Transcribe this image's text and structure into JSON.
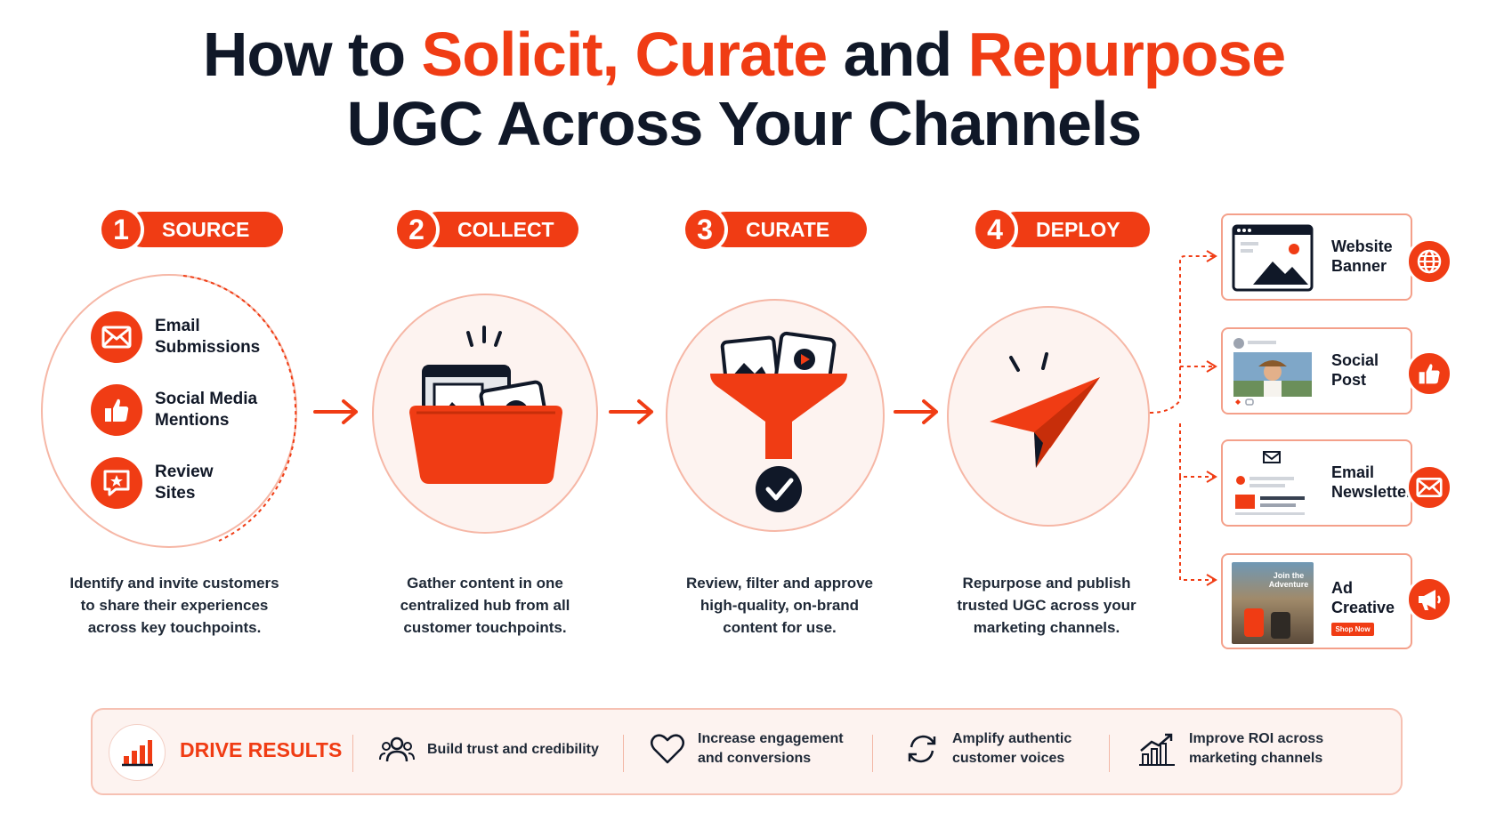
{
  "title": {
    "line1_a": "How to ",
    "line1_b": "Solicit, Curate",
    "line1_c": " and ",
    "line1_d": "Repurpose",
    "line2": "UGC Across Your Channels"
  },
  "steps": [
    {
      "num": "1",
      "label": "SOURCE",
      "desc": [
        "Identify and invite customers",
        "to share their experiences",
        "across key touchpoints."
      ]
    },
    {
      "num": "2",
      "label": "COLLECT",
      "desc": [
        "Gather content in one",
        "centralized hub from all",
        "customer touchpoints."
      ]
    },
    {
      "num": "3",
      "label": "CURATE",
      "desc": [
        "Review, filter and approve",
        "high-quality, on-brand",
        "content for use."
      ]
    },
    {
      "num": "4",
      "label": "DEPLOY",
      "desc": [
        "Repurpose and publish",
        "trusted UGC across your",
        "marketing channels."
      ]
    }
  ],
  "sources": [
    {
      "line1": "Email",
      "line2": "Submissions",
      "icon": "envelope-icon"
    },
    {
      "line1": "Social Media",
      "line2": "Mentions",
      "icon": "thumbs-up-icon"
    },
    {
      "line1": "Review",
      "line2": "Sites",
      "icon": "star-review-icon"
    }
  ],
  "channels": [
    {
      "line1": "Website",
      "line2": "Banner",
      "icon": "globe-icon"
    },
    {
      "line1": "Social",
      "line2": "Post",
      "icon": "thumbs-up-icon"
    },
    {
      "line1": "Email",
      "line2": "Newsletter",
      "icon": "envelope-icon"
    },
    {
      "line1": "Ad",
      "line2": "Creative",
      "icon": "megaphone-icon",
      "ad_text": "Join the Adventure",
      "ad_button": "Shop Now"
    }
  ],
  "results": {
    "label": "DRIVE RESULTS",
    "items": [
      {
        "line1": "Build trust and credibility",
        "line2": "",
        "icon": "people-icon"
      },
      {
        "line1": "Increase engagement",
        "line2": "and conversions",
        "icon": "heart-icon"
      },
      {
        "line1": "Amplify authentic",
        "line2": "customer voices",
        "icon": "refresh-icon"
      },
      {
        "line1": "Improve ROI across",
        "line2": "marketing channels",
        "icon": "growth-chart-icon"
      }
    ]
  },
  "colors": {
    "accent": "#f03c14",
    "dark": "#101828",
    "soft": "#fdf3f0",
    "border": "#f6b7a6"
  }
}
